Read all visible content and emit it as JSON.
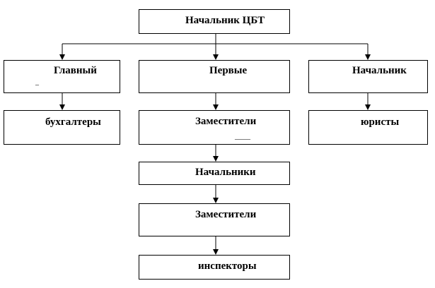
{
  "nodes": {
    "head": "Начальник ЦБТ",
    "chief_top": "Главный",
    "chief_bottom": "бухгалтеры",
    "first_top": "Первые",
    "first_bottom": "Заместители",
    "lawyers_top": "Начальник",
    "lawyers_bottom": "юристы",
    "heads": "Начальники",
    "deputies": "Заместители",
    "inspectors": "инспекторы"
  },
  "marks": {
    "dash": "–",
    "underline": "____"
  }
}
